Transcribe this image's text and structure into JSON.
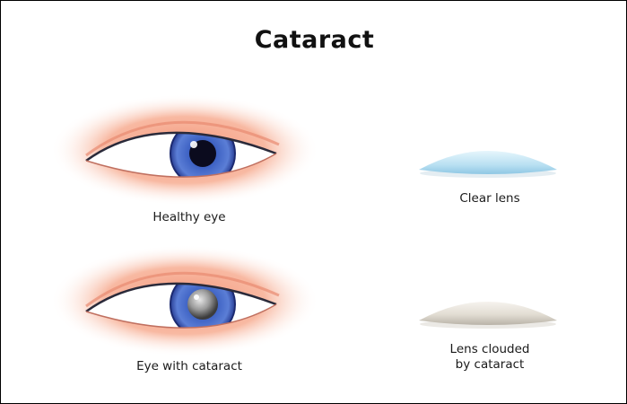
{
  "title": "Cataract",
  "labels": {
    "healthy_eye": "Healthy eye",
    "clear_lens": "Clear lens",
    "cataract_eye": "Eye with cataract",
    "clouded_lens_line1": "Lens clouded",
    "clouded_lens_line2": "by cataract"
  },
  "colors": {
    "skin_glow": "#f6a98d",
    "iris": "#3b5bb8",
    "pupil": "#0b0b1e",
    "clouded_pupil": "#8a8a8a",
    "clear_lens": "#bfe3f2",
    "clouded_lens": "#e6e1d8"
  }
}
